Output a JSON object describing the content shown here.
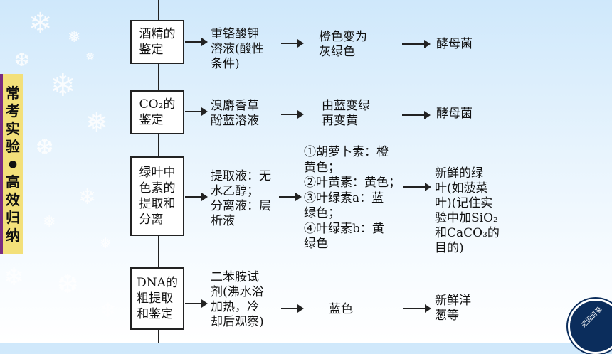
{
  "side_tab": {
    "chars": [
      "常",
      "考",
      "实",
      "验",
      "●",
      "高",
      "效",
      "归",
      "纳"
    ]
  },
  "rows": [
    {
      "box": [
        "酒精的",
        "鉴定"
      ],
      "reagent": [
        "重铬酸钾",
        "溶液(酸性",
        "条件)"
      ],
      "result": [
        "橙色变为",
        "灰绿色"
      ],
      "material": [
        "酵母菌"
      ]
    },
    {
      "box": [
        "CO₂的",
        "鉴定"
      ],
      "reagent": [
        "溴麝香草",
        "酚蓝溶液"
      ],
      "result": [
        "由蓝变绿",
        "再变黄"
      ],
      "material": [
        "酵母菌"
      ]
    },
    {
      "box": [
        "绿叶中",
        "色素的",
        "提取和",
        "分离"
      ],
      "reagent": [
        "提取液：无",
        "水乙醇；",
        "分离液：层",
        "析液"
      ],
      "result": [
        "①胡萝卜素：橙",
        "黄色；",
        "②叶黄素：黄色；",
        "③叶绿素a：蓝",
        "绿色；",
        "④叶绿素b：黄",
        "绿色"
      ],
      "material": [
        "新鲜的绿",
        "叶(如菠菜",
        "叶)(记住实",
        "验中加SiO₂",
        "和CaCO₃的",
        "目的)"
      ]
    },
    {
      "box": [
        "DNA的",
        "粗提取",
        "和鉴定"
      ],
      "reagent": [
        "二苯胺试",
        "剂(沸水浴",
        "加热，冷",
        "却后观察)"
      ],
      "result": [
        "蓝色"
      ],
      "material": [
        "新鲜洋",
        "葱等"
      ]
    }
  ],
  "back_button": {
    "label": "返回目录"
  }
}
